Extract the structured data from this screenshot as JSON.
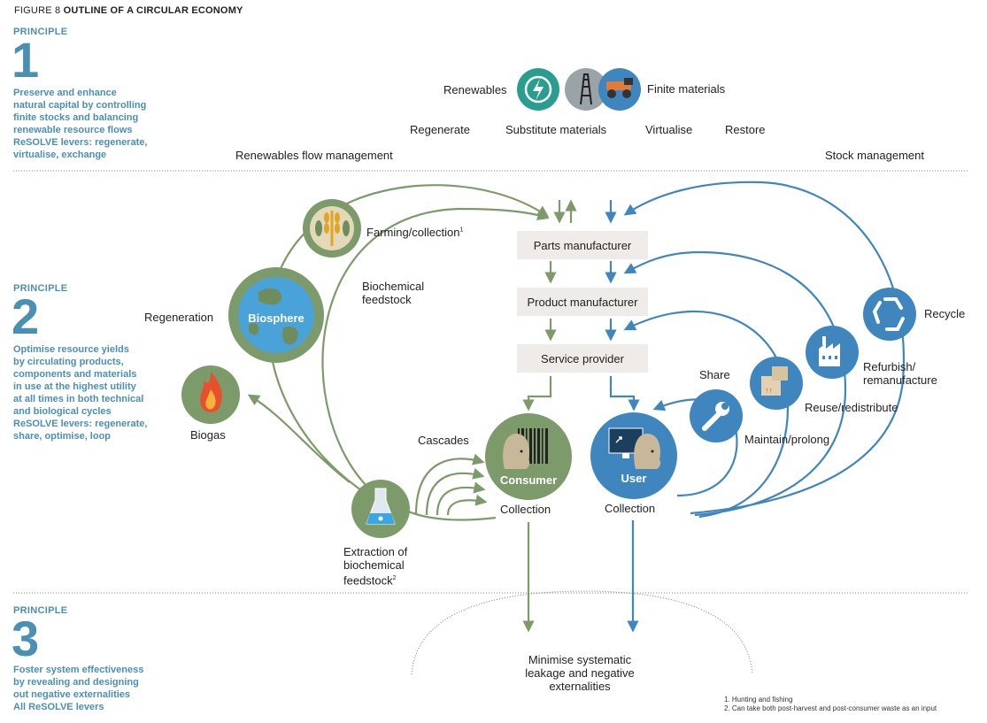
{
  "figure": {
    "prefix": "FIGURE 8",
    "title": "OUTLINE OF A CIRCULAR ECONOMY"
  },
  "principles": [
    {
      "label": "PRINCIPLE",
      "number": "1",
      "description": "Preserve and enhance\nnatural capital by controlling\nfinite stocks and balancing\nrenewable resource flows\nReSOLVE levers: regenerate,\nvirtualise, exchange"
    },
    {
      "label": "PRINCIPLE",
      "number": "2",
      "description": "Optimise resource yields\nby circulating products,\ncomponents and materials\nin use at the highest utility\nat all times in both technical\nand biological cycles\nReSOLVE levers: regenerate,\nshare, optimise, loop"
    },
    {
      "label": "PRINCIPLE",
      "number": "3",
      "description": "Foster system effectiveness\nby revealing and designing\nout negative externalities\nAll ReSOLVE levers"
    }
  ],
  "top": {
    "renewables": "Renewables",
    "finite_materials": "Finite materials",
    "levers": [
      "Regenerate",
      "Substitute materials",
      "Virtualise",
      "Restore"
    ],
    "renewables_flow": "Renewables flow management",
    "stock_management": "Stock management"
  },
  "biological": {
    "farming": "Farming/collection",
    "farming_note": "1",
    "biochemical_feedstock": "Biochemical\nfeedstock",
    "regeneration": "Regeneration",
    "biosphere": "Biosphere",
    "biogas": "Biogas",
    "cascades": "Cascades",
    "extraction": "Extraction of\nbiochemical\nfeedstock",
    "extraction_note": "2"
  },
  "chain": {
    "parts_manufacturer": "Parts manufacturer",
    "product_manufacturer": "Product manufacturer",
    "service_provider": "Service provider"
  },
  "consumer": {
    "name": "Consumer",
    "collection": "Collection"
  },
  "user": {
    "name": "User",
    "collection": "Collection"
  },
  "technical": {
    "share": "Share",
    "maintain": "Maintain/prolong",
    "reuse": "Reuse/redistribute",
    "refurbish": "Refurbish/\nremanufacture",
    "recycle": "Recycle"
  },
  "leakage": "Minimise systematic\nleakage and negative\nexternalities",
  "footnotes": [
    "1. Hunting and fishing",
    "2. Can take both post-harvest and post-consumer waste as an input"
  ],
  "colors": {
    "green": "#7d9a6a",
    "green_dark": "#6f8c5c",
    "blue": "#3f86bf",
    "blue_light": "#5d9fd0",
    "principle": "#4b8fb3",
    "box": "#efebe8",
    "teal": "#2a9d8f",
    "grey": "#9aa3a8"
  },
  "icons": [
    "recycle-energy-icon",
    "oil-rig-icon",
    "mining-truck-icon",
    "wheat-fish-icon",
    "globe-icon",
    "flame-icon",
    "flask-icon",
    "barcode-icon",
    "computer-icon",
    "wrench-icon",
    "boxes-icon",
    "factory-icon",
    "recycle-icon",
    "person-icon"
  ]
}
